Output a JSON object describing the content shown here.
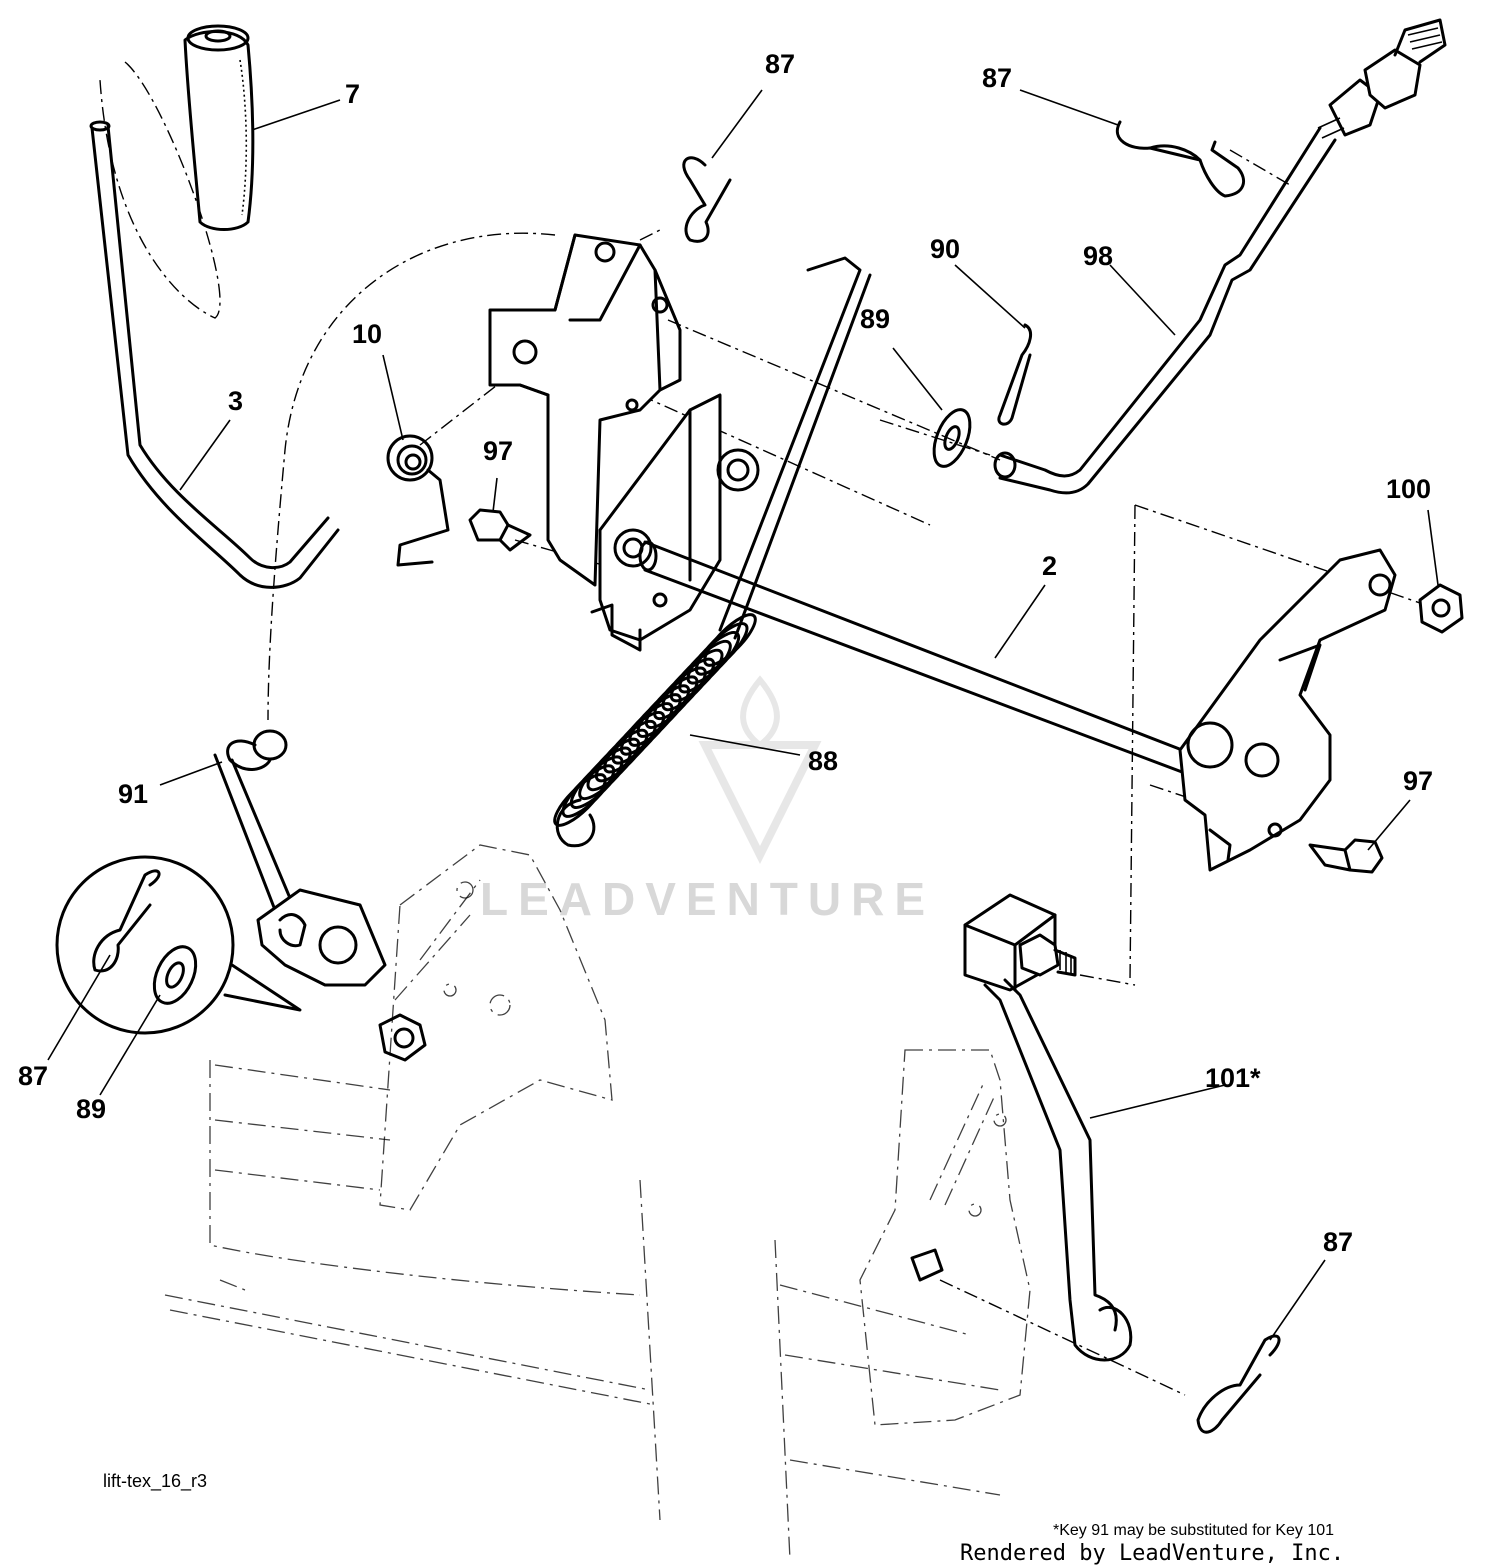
{
  "diagram": {
    "callouts": [
      {
        "id": "c7",
        "label": "7"
      },
      {
        "id": "c87a",
        "label": "87"
      },
      {
        "id": "c87b",
        "label": "87"
      },
      {
        "id": "c10",
        "label": "10"
      },
      {
        "id": "c3",
        "label": "3"
      },
      {
        "id": "c90",
        "label": "90"
      },
      {
        "id": "c98",
        "label": "98"
      },
      {
        "id": "c89a",
        "label": "89"
      },
      {
        "id": "c97a",
        "label": "97"
      },
      {
        "id": "c100",
        "label": "100"
      },
      {
        "id": "c2",
        "label": "2"
      },
      {
        "id": "c88",
        "label": "88"
      },
      {
        "id": "c91",
        "label": "91"
      },
      {
        "id": "c97b",
        "label": "97"
      },
      {
        "id": "c87c",
        "label": "87"
      },
      {
        "id": "c89b",
        "label": "89"
      },
      {
        "id": "c101",
        "label": "101*"
      },
      {
        "id": "c87d",
        "label": "87"
      }
    ],
    "figure_id": "lift-tex_16_r3",
    "footnote": "*Key 91 may be substituted for Key 101",
    "watermark": "LEADVENTURE",
    "rendered_by": "Rendered by LeadVenture, Inc."
  }
}
